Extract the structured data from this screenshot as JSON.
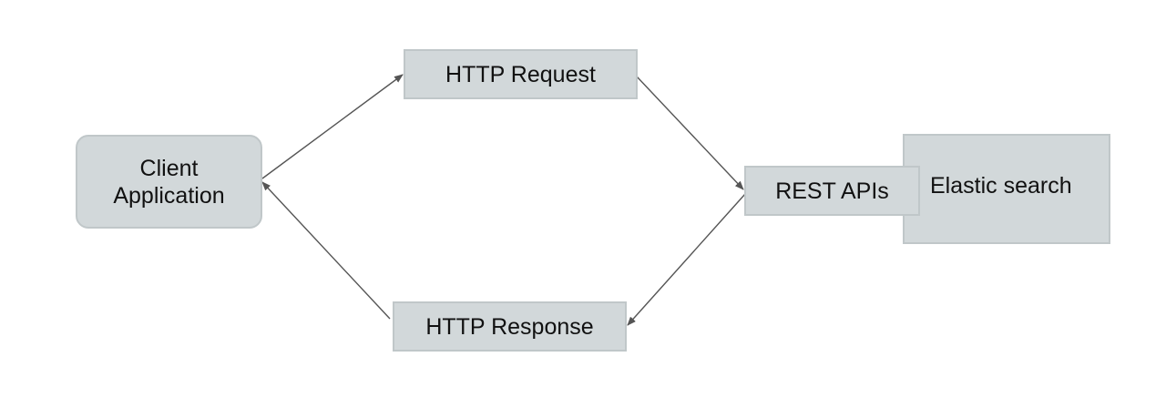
{
  "nodes": {
    "client_line1": "Client",
    "client_line2": "Application",
    "http_request": "HTTP Request",
    "http_response": "HTTP Response",
    "rest_apis": "REST APIs",
    "elastic_search": "Elastic search"
  },
  "edges": [
    {
      "from": "Client Application",
      "to": "HTTP Request"
    },
    {
      "from": "HTTP Request",
      "to": "REST APIs"
    },
    {
      "from": "REST APIs",
      "to": "HTTP Response"
    },
    {
      "from": "HTTP Response",
      "to": "Client Application"
    }
  ],
  "colors": {
    "node_fill": "#d2d8da",
    "node_border": "#c0c7c9",
    "edge": "#555555"
  }
}
